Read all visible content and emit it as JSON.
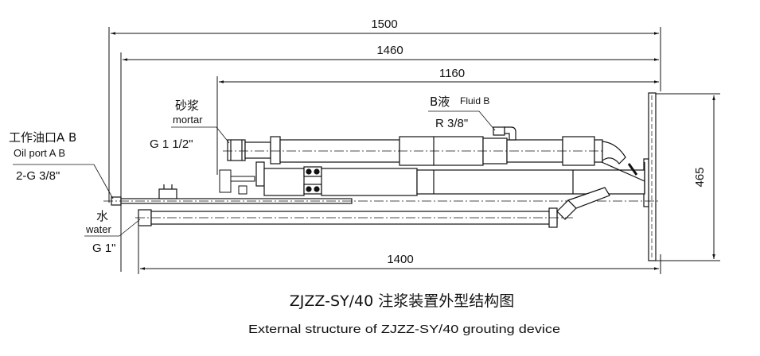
{
  "dimensions": {
    "d1500": "1500",
    "d1460": "1460",
    "d1160": "1160",
    "d1400": "1400",
    "d465": "465"
  },
  "labels": {
    "mortar_cn": "砂浆",
    "mortar_en": "mortar",
    "mortar_thread": "G 1 1/2\"",
    "fluid_b_cn": "B液",
    "fluid_b_en": "Fluid B",
    "fluid_b_thread": "R 3/8\"",
    "oil_port_cn": "工作油口A B",
    "oil_port_en": "Oil port A B",
    "oil_port_thread": "2-G 3/8\"",
    "water_cn": "水",
    "water_en": "water",
    "water_thread": "G 1\""
  },
  "caption": {
    "title_cn": "ZJZZ-SY/40 注浆装置外型结构图",
    "title_en": "External structure of  ZJZZ-SY/40 grouting device"
  },
  "colors": {
    "line": "#111111",
    "background": "#ffffff"
  }
}
